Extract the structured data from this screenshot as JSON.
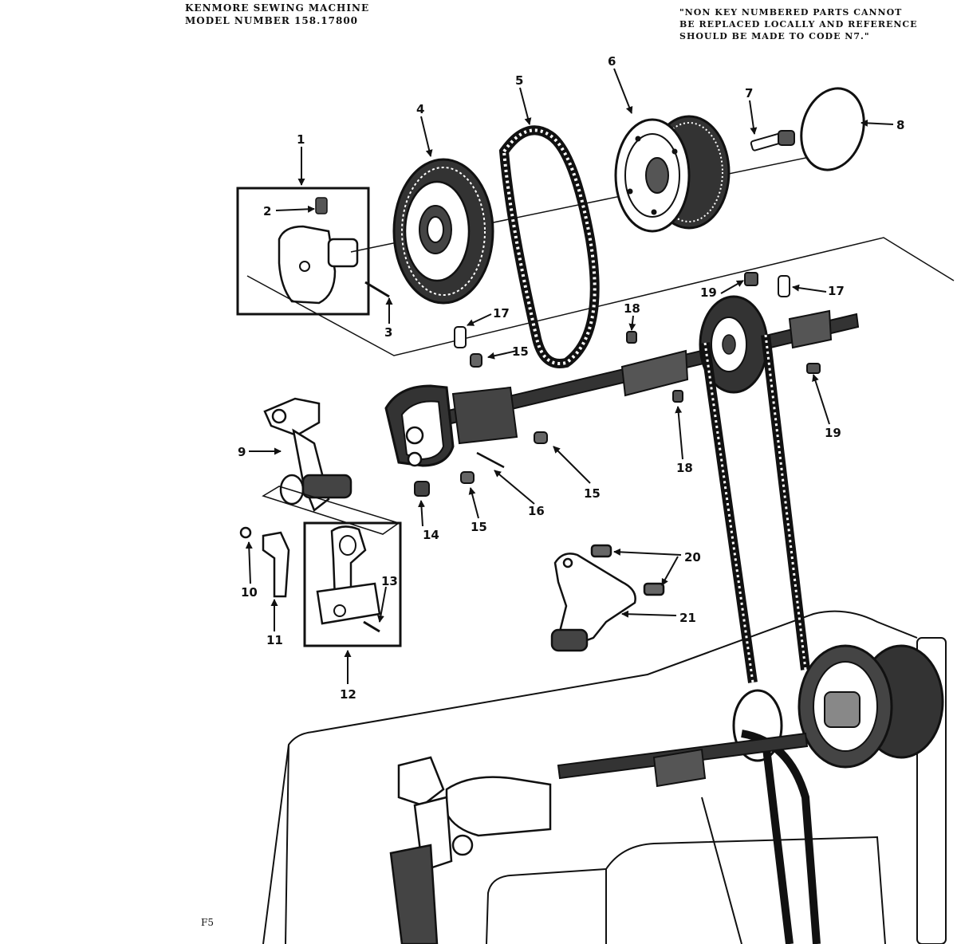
{
  "header": {
    "model_line1": "KENMORE SEWING MACHINE",
    "model_line2": "MODEL NUMBER 158.17800",
    "note_line1": "\"NON KEY NUMBERED PARTS CANNOT",
    "note_line2": "BE REPLACED LOCALLY AND REFERENCE",
    "note_line3": "SHOULD BE MADE TO CODE N7.\""
  },
  "page_ref": "F5",
  "callouts": {
    "c1": "1",
    "c2": "2",
    "c3": "3",
    "c4": "4",
    "c5": "5",
    "c6": "6",
    "c7": "7",
    "c8": "8",
    "c9": "9",
    "c10": "10",
    "c11": "11",
    "c12": "12",
    "c13": "13",
    "c14": "14",
    "c15a": "15",
    "c15b": "15",
    "c15c": "15",
    "c16": "16",
    "c17a": "17",
    "c17b": "17",
    "c18a": "18",
    "c18b": "18",
    "c19a": "19",
    "c19b": "19",
    "c20": "20",
    "c21": "21"
  }
}
